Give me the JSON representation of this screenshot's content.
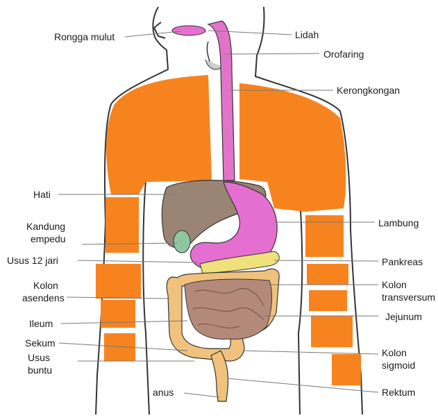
{
  "labels_left": {
    "rongga_mulut": "Rongga mulut",
    "hati": "Hati",
    "kandung_empedu_1": "Kandung",
    "kandung_empedu_2": "empedu",
    "usus_12_jari": "Usus 12 jari",
    "kolon_asendens_1": "Kolon",
    "kolon_asendens_2": "asendens",
    "ileum": "Ileum",
    "sekum": "Sekum",
    "usus_buntu_1": "Usus",
    "usus_buntu_2": "buntu",
    "anus": "anus"
  },
  "labels_right": {
    "lidah": "Lidah",
    "orofaring": "Orofaring",
    "kerongkongan": "Kerongkongan",
    "lambung": "Lambung",
    "pankreas": "Pankreas",
    "kolon_transversum_1": "Kolon",
    "kolon_transversum_2": "transversum",
    "jejunum": "Jejunum",
    "kolon_sigmoid_1": "Kolon",
    "kolon_sigmoid_2": "sigmoid",
    "rektum": "Rektum"
  },
  "colors": {
    "torso_fill": "#f7831f",
    "outline": "#333333",
    "esophagus": "#e373c9",
    "stomach": "#e56fd0",
    "liver": "#9a8474",
    "gallbladder": "#8fc7a3",
    "pancreas": "#efe27a",
    "colon": "#f1c27d",
    "small_intestine": "#b38a79"
  }
}
